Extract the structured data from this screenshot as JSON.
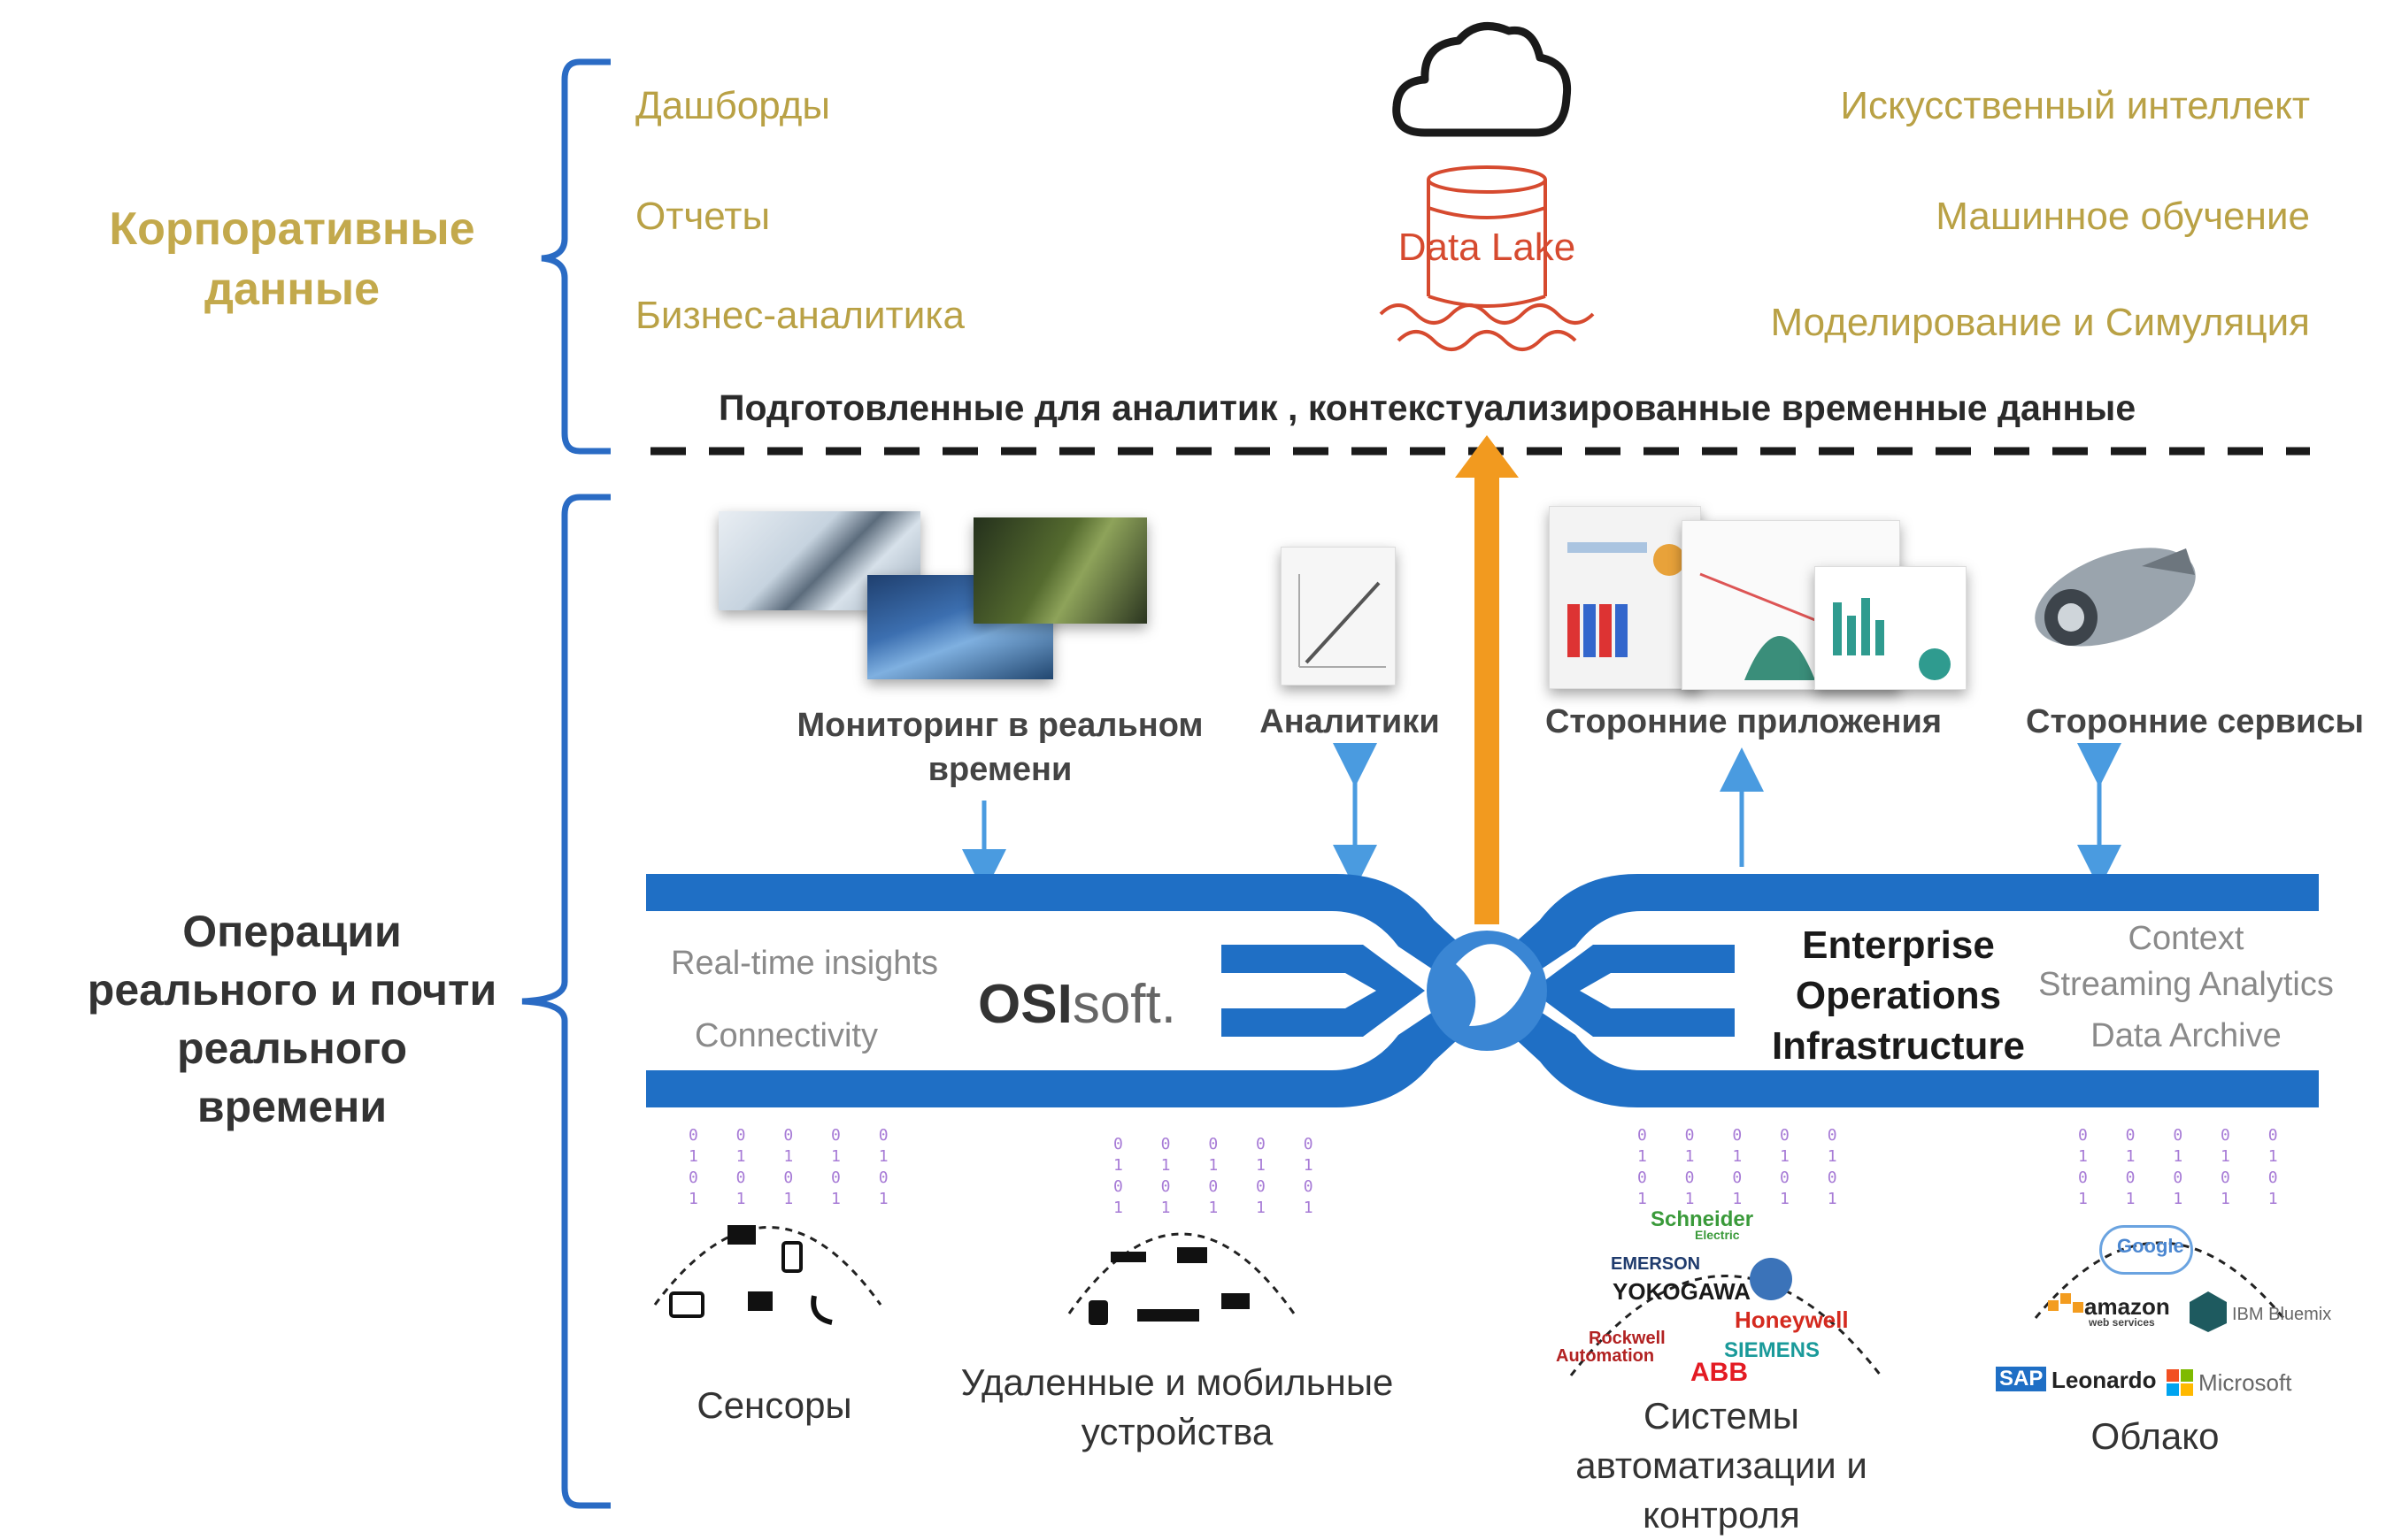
{
  "corporate": {
    "title": "Корпоративные данные",
    "left_items": [
      "Дашборды",
      "Отчеты",
      "Бизнес-аналитика"
    ],
    "right_items": [
      "Искусственный интеллект",
      "Машинное обучение",
      "Моделирование и Симуляция"
    ],
    "data_lake_label": "Data Lake",
    "prepared_caption": "Подготовленные для аналитик , контекстуализированные временные данные"
  },
  "operations": {
    "title": "Операции реального и почти реального времени",
    "top_items": [
      {
        "label": "Мониторинг в реальном времени"
      },
      {
        "label": "Аналитики"
      },
      {
        "label": "Сторонние приложения"
      },
      {
        "label": "Сторонние сервисы"
      }
    ],
    "pipeline": {
      "left_line1": "Real-time insights",
      "left_line2": "Connectivity",
      "brand_bold": "OSI",
      "brand_light": "soft.",
      "center_title": "Enterprise Operations Infrastructure",
      "right_line1": "Context",
      "right_line2": "Streaming Analytics",
      "right_line3": "Data Archive"
    },
    "bottom_items": [
      {
        "label": "Сенсоры"
      },
      {
        "label": "Удаленные и мобильные устройства"
      },
      {
        "label": "Системы автоматизации и контроля"
      },
      {
        "label": "Облако"
      }
    ],
    "automation_logos": [
      "Schneider",
      "Electric",
      "EMERSON",
      "YOKOGAWA",
      "Honeywell",
      "Rockwell",
      "Automation",
      "SIEMENS",
      "ABB"
    ],
    "cloud_logos": [
      "Google",
      "amazon",
      "web services",
      "IBM Bluemix",
      "SAP",
      "Leonardo",
      "Microsoft"
    ]
  },
  "colors": {
    "gold": "#b9a145",
    "bracket_blue": "#2a6bc4",
    "pipe_blue": "#1f6fc5",
    "arrow_blue": "#4a9be0",
    "orange_arrow": "#f29a1f",
    "data_lake_red": "#d64a2f"
  }
}
